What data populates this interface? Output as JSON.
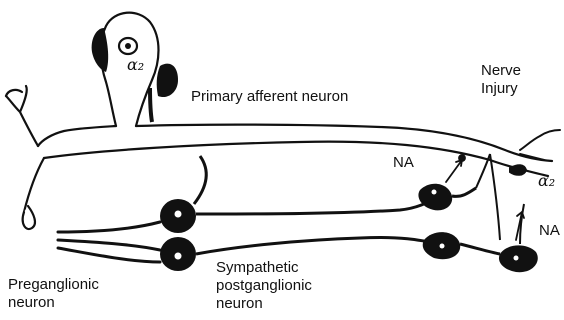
{
  "labels": {
    "primary_afferent": "Primary afferent neuron",
    "nerve_injury_line1": "Nerve",
    "nerve_injury_line2": "Injury",
    "na_upper": "NA",
    "na_right": "NA",
    "preganglionic_line1": "Preganglionic",
    "preganglionic_line2": "neuron",
    "postganglionic_line1": "Sympathetic",
    "postganglionic_line2": "postganglionic",
    "postganglionic_line3": "neuron"
  },
  "receptor_labels": {
    "soma_receptor": "α₂",
    "terminal_receptor": "α₂"
  },
  "colors": {
    "outline": "#111111",
    "background": "#ffffff"
  }
}
